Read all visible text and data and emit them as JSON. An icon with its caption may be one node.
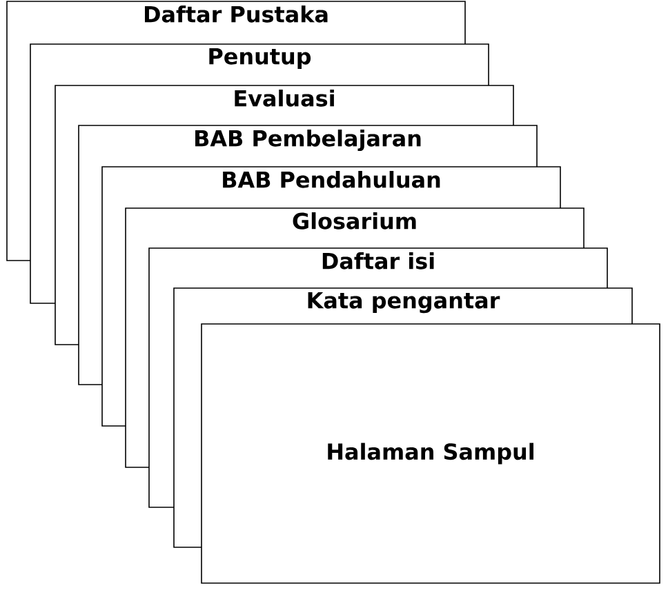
{
  "diagram": {
    "nodes": [
      {
        "text": [
          "Daftar Pustaka"
        ]
      },
      {
        "text": [
          "Penutup"
        ]
      },
      {
        "text": [
          "Evaluasi"
        ]
      },
      {
        "text": [
          "BAB Pembelajaran"
        ]
      },
      {
        "text": [
          "BAB Pendahuluan"
        ]
      },
      {
        "text": [
          "Glosarium"
        ]
      },
      {
        "text": [
          "Daftar isi"
        ]
      },
      {
        "text": [
          "Kata pengantar"
        ]
      },
      {
        "text": [
          "Halaman Sampul"
        ]
      }
    ]
  }
}
